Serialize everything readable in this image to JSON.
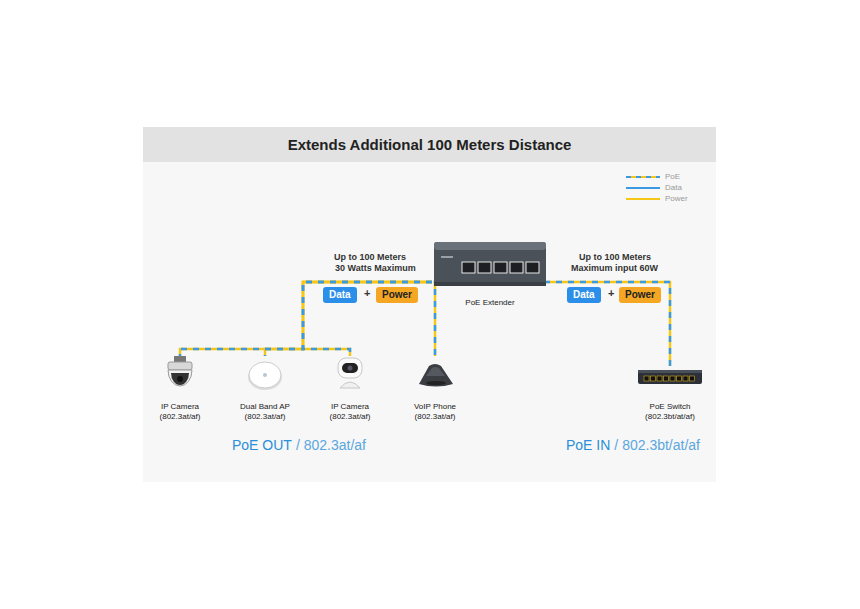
{
  "diagram": {
    "title": "Extends Additional 100 Meters Distance",
    "nodes": [
      {
        "text": [
          "Data"
        ]
      },
      {
        "text": [
          "Power"
        ]
      },
      {
        "text": [
          "PoE Extender"
        ]
      },
      {
        "text": [
          "Data"
        ]
      },
      {
        "text": [
          "Power"
        ]
      },
      {
        "text": [
          "IP Camera",
          "(802.3at/af)"
        ]
      },
      {
        "text": [
          "Dual Band AP",
          "(802.3at/af)"
        ]
      },
      {
        "text": [
          "IP Camera",
          "(802.3at/af)"
        ]
      },
      {
        "text": [
          "VoIP Phone",
          "(802.3at/af)"
        ]
      },
      {
        "text": [
          "PoE Switch",
          "(802.3bt/at/af)"
        ]
      }
    ],
    "edges": [
      {
        "from": 2,
        "to": 5,
        "arrow": "none"
      },
      {
        "from": 2,
        "to": 6,
        "arrow": "none"
      },
      {
        "from": 2,
        "to": 7,
        "arrow": "none"
      },
      {
        "from": 2,
        "to": 8,
        "arrow": "none"
      },
      {
        "from": 9,
        "to": 2,
        "arrow": "none"
      }
    ],
    "labels": [
      "Up to 100 Meters",
      "30 Watts Maximum",
      "+",
      "Up to 100 Meters",
      "Maximum input 60W",
      "+",
      "PoE OUT",
      "/ 802.3at/af",
      "PoE IN",
      "/ 802.3bt/at/af"
    ],
    "legend": [
      {
        "text": "PoE"
      },
      {
        "text": "Data"
      },
      {
        "text": "Power"
      }
    ]
  }
}
